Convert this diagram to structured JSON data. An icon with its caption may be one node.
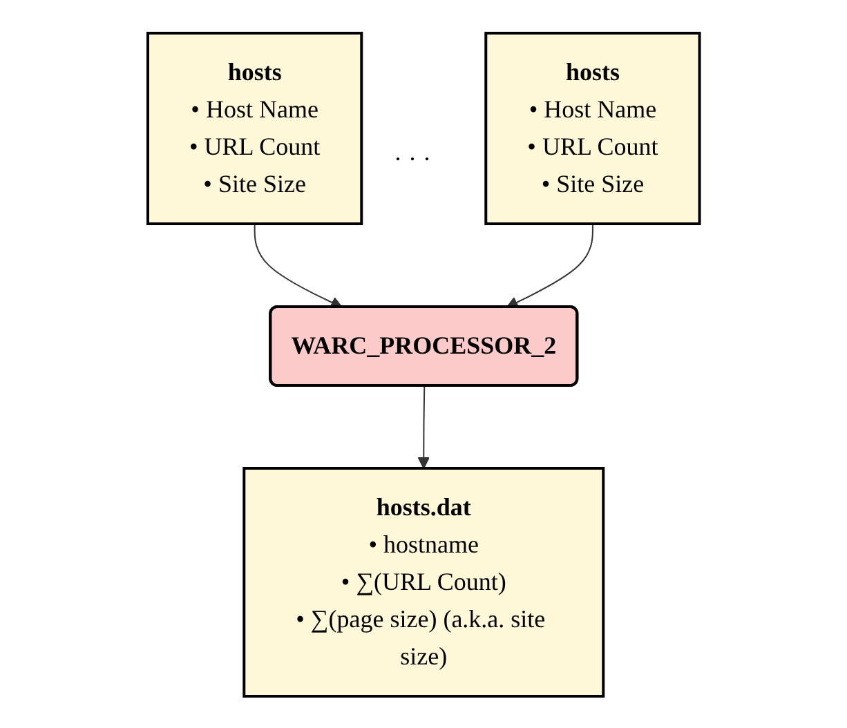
{
  "diagram": {
    "nodes": [
      {
        "text": [
          "hosts",
          "• Host Name",
          "• URL Count",
          "• Site Size"
        ]
      },
      {
        "text": [
          "hosts",
          "• Host Name",
          "• URL Count",
          "• Site Size"
        ]
      },
      {
        "text": [
          "WARC_PROCESSOR_2"
        ]
      },
      {
        "text": [
          "hosts.dat",
          "• hostname",
          "• ∑(URL Count)",
          "• ∑(page size) (a.k.a. site size)"
        ]
      }
    ],
    "edges": [
      {
        "from": 0,
        "to": 2,
        "arrow": "to"
      },
      {
        "from": 1,
        "to": 2,
        "arrow": "to"
      },
      {
        "from": 2,
        "to": 3,
        "arrow": "to"
      }
    ],
    "labels": [
      "· · ·"
    ]
  }
}
